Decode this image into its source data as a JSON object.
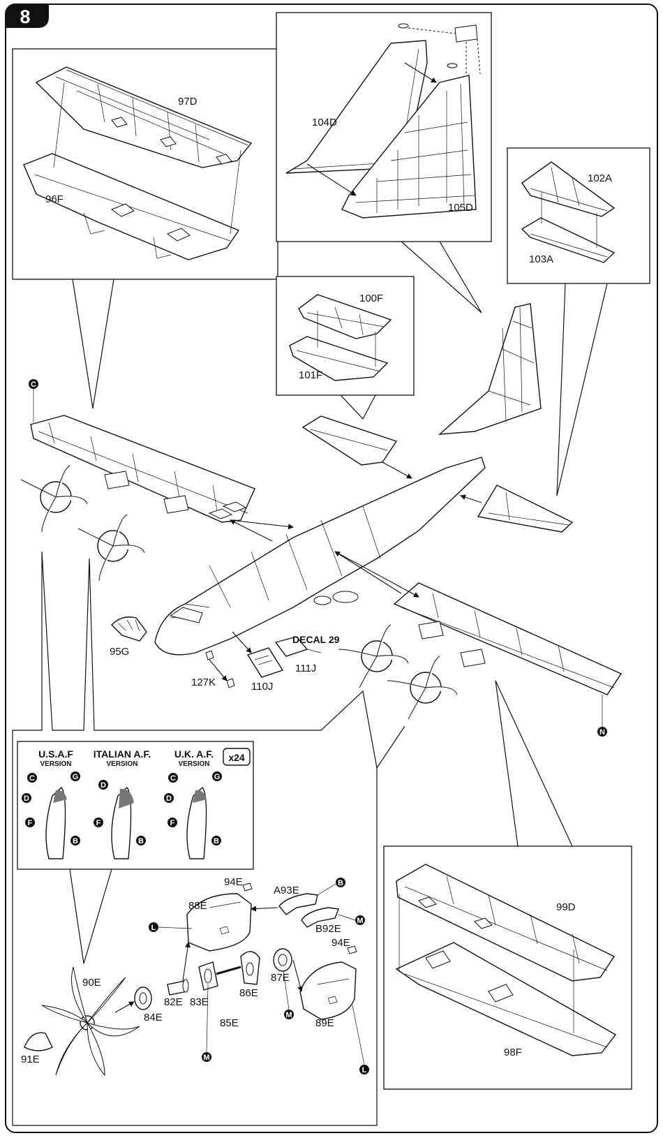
{
  "step": {
    "number": "8"
  },
  "parts": {
    "p97": "97D",
    "p96": "96F",
    "p104": "104D",
    "p105": "105D",
    "p102": "102A",
    "p103": "103A",
    "p100": "100F",
    "p101": "101F",
    "p95": "95G",
    "p127": "127K",
    "p110": "110J",
    "p111": "111J",
    "decal": "DECAL 29",
    "p99": "99D",
    "p98": "98F",
    "p94a": "94E",
    "p94b": "94E",
    "p88": "88E",
    "p93": "A93E",
    "p92": "B92E",
    "p90": "90E",
    "p91": "91E",
    "p84": "84E",
    "p82": "82E",
    "p83": "83E",
    "p85": "85E",
    "p86": "86E",
    "p87": "87E",
    "p89": "89E"
  },
  "versions": {
    "usaf": {
      "title": "U.S.A.F",
      "sub": "VERSION"
    },
    "italian": {
      "title": "ITALIAN A.F.",
      "sub": "VERSION"
    },
    "uk": {
      "title": "U.K. A.F.",
      "sub": "VERSION"
    },
    "quantity": "x24"
  },
  "color_codes": {
    "C": "C",
    "G": "G",
    "D": "D",
    "F": "F",
    "B": "B",
    "N": "N",
    "L": "L",
    "M": "M"
  },
  "colors": {
    "ink": "#111111",
    "paper": "#ffffff",
    "badge": "#111111"
  }
}
